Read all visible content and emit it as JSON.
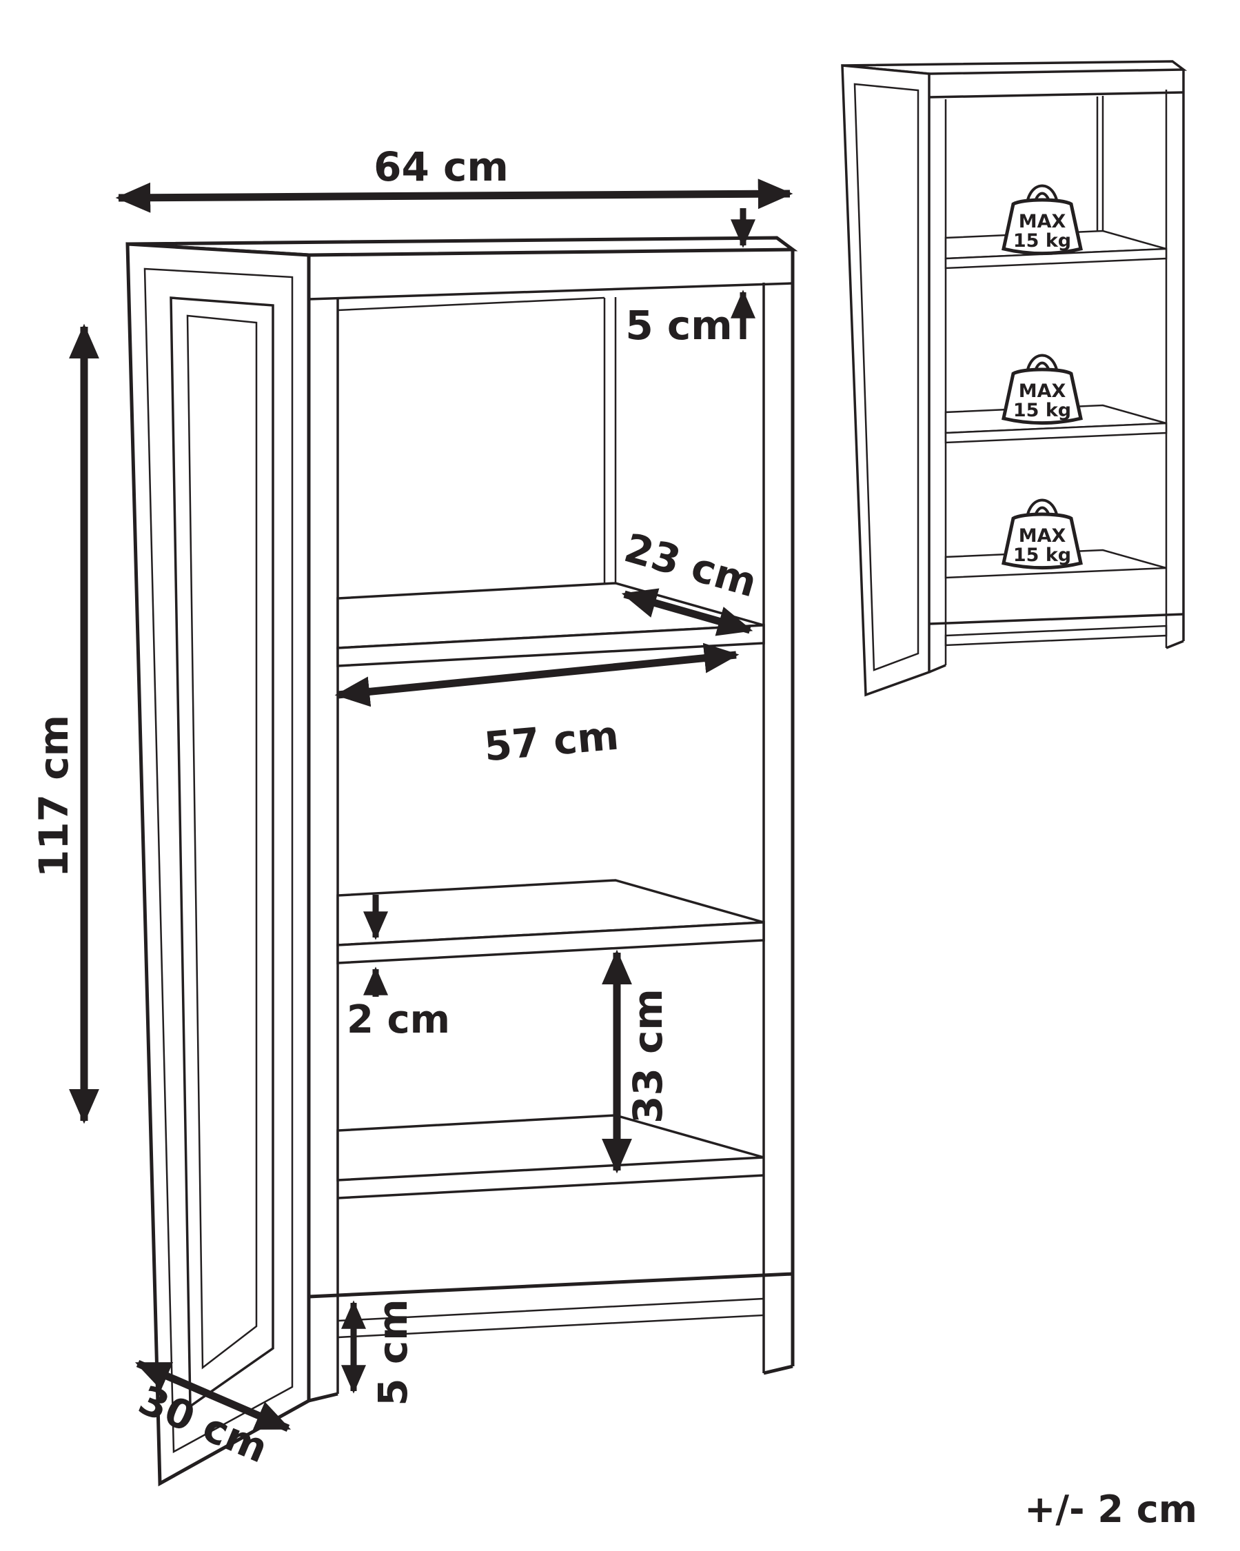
{
  "page": {
    "background_color": "#ffffff",
    "line_color": "#231f20",
    "description": "Technical dimension drawing of a 3-tier bookshelf with an inset showing maximum shelf load"
  },
  "main_drawing": {
    "description": "Bookshelf line drawing with dimension arrows",
    "dimensions": {
      "width": {
        "label": "64 cm",
        "value_cm": 64,
        "measures": "overall width"
      },
      "height": {
        "label": "117 cm",
        "value_cm": 117,
        "measures": "overall height"
      },
      "depth": {
        "label": "30 cm",
        "value_cm": 30,
        "measures": "overall depth"
      },
      "top_panel_thickness": {
        "label": "5 cm",
        "value_cm": 5,
        "measures": "top rail thickness"
      },
      "shelf_depth": {
        "label": "23 cm",
        "value_cm": 23,
        "measures": "shelf depth"
      },
      "inner_width": {
        "label": "57 cm",
        "value_cm": 57,
        "measures": "inner shelf width"
      },
      "shelf_thickness": {
        "label": "2 cm",
        "value_cm": 2,
        "measures": "shelf board thickness"
      },
      "compartment_height": {
        "label": "33 cm",
        "value_cm": 33,
        "measures": "compartment inner height"
      },
      "base_height": {
        "label": "5 cm",
        "value_cm": 5,
        "measures": "base clearance height"
      }
    },
    "tolerance": {
      "label": "+/- 2 cm"
    }
  },
  "inset_drawing": {
    "description": "Small bookshelf view with maximum load weight on each shelf",
    "weights": [
      {
        "line1": "MAX",
        "line2": "15 kg"
      },
      {
        "line1": "MAX",
        "line2": "15 kg"
      },
      {
        "line1": "MAX",
        "line2": "15 kg"
      }
    ]
  }
}
